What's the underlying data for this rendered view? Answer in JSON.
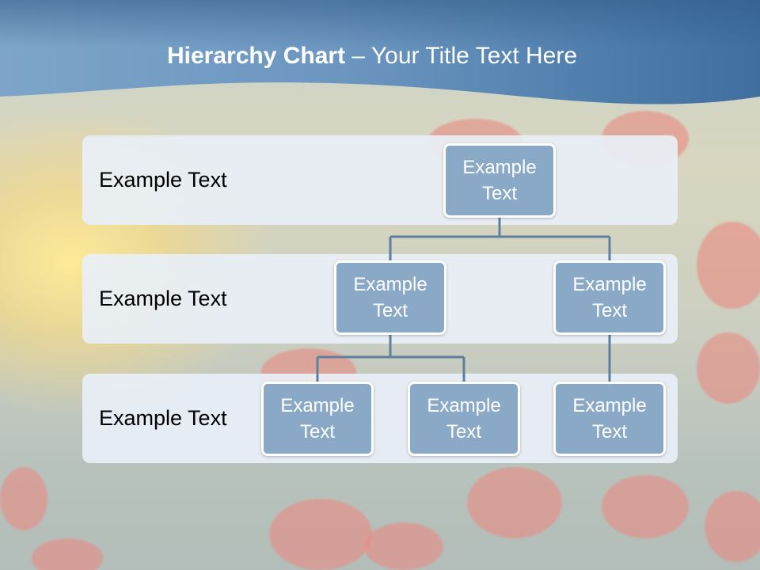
{
  "title": {
    "bold": "Hierarchy Chart",
    "rest": " – Your Title Text Here"
  },
  "levels": [
    {
      "label": "Example Text"
    },
    {
      "label": "Example Text"
    },
    {
      "label": "Example Text"
    }
  ],
  "nodes": {
    "root": "Example Text",
    "level2_left": "Example Text",
    "level2_right": "Example Text",
    "level3_a": "Example Text",
    "level3_b": "Example Text",
    "level3_c": "Example Text"
  },
  "colors": {
    "banner": "#4a7bab",
    "node_fill": "#89a9c6",
    "node_border": "#ffffff",
    "connector": "#5f7f9f",
    "band": "#e8eff6"
  }
}
